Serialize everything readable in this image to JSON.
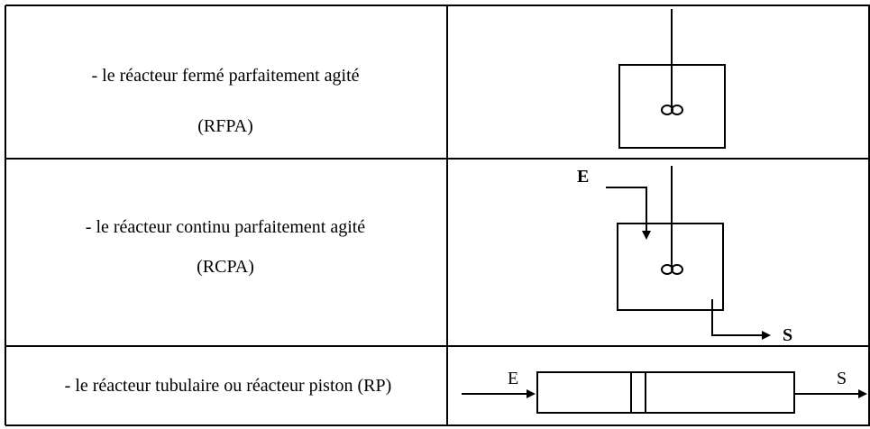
{
  "rows": [
    {
      "name": "- le réacteur fermé parfaitement agité",
      "abbr": "(RFPA)"
    },
    {
      "name": "- le réacteur continu parfaitement agité",
      "abbr": "(RCPA)",
      "inlet": "E",
      "outlet": "S"
    },
    {
      "name": "- le réacteur tubulaire ou réacteur piston (RP)",
      "inlet": "E",
      "outlet": "S"
    }
  ]
}
